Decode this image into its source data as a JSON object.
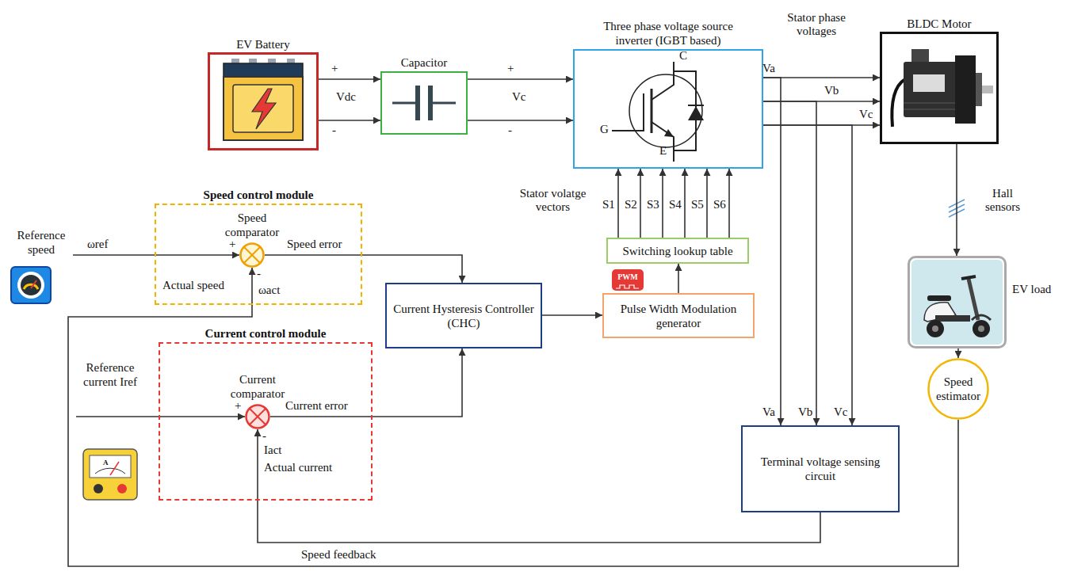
{
  "diagram": {
    "nodes": [
      {
        "text": [
          "EV Battery"
        ]
      },
      {
        "text": [
          "Capacitor"
        ]
      },
      {
        "text": [
          "Three phase voltage source inverter (IGBT based)"
        ]
      },
      {
        "text": [
          "BLDC Motor"
        ]
      },
      {
        "text": [
          "Speed control module"
        ]
      },
      {
        "text": [
          "Speed comparator"
        ],
        "in": 4
      },
      {
        "text": [
          "Reference speed"
        ]
      },
      {
        "text": [
          "Current control module"
        ]
      },
      {
        "text": [
          "Current comparator"
        ],
        "in": 7
      },
      {
        "text": [
          "Reference current Iref"
        ]
      },
      {
        "text": [
          "Current Hysteresis Controller (CHC)"
        ]
      },
      {
        "text": [
          "Pulse Width Modulation generator"
        ]
      },
      {
        "text": [
          "Switching lookup table"
        ]
      },
      {
        "text": [
          "EV load"
        ]
      },
      {
        "text": [
          "Speed estimator"
        ]
      },
      {
        "text": [
          "Terminal voltage sensing circuit"
        ]
      }
    ],
    "edges": [
      {
        "from": 0,
        "to": 1,
        "arrow": "to"
      },
      {
        "from": 0,
        "to": 1,
        "arrow": "to"
      },
      {
        "from": 1,
        "to": 2,
        "arrow": "to"
      },
      {
        "from": 1,
        "to": 2,
        "arrow": "to"
      },
      {
        "from": 2,
        "to": 3,
        "label": "Va",
        "arrow": "to"
      },
      {
        "from": 2,
        "to": 3,
        "label": "Vb",
        "arrow": "to"
      },
      {
        "from": 2,
        "to": 3,
        "label": "Vc",
        "arrow": "to"
      },
      {
        "from": 2,
        "to": 15,
        "label": "Va",
        "arrow": "to"
      },
      {
        "from": 2,
        "to": 15,
        "label": "Vb",
        "arrow": "to"
      },
      {
        "from": 2,
        "to": 15,
        "label": "Vc",
        "arrow": "to"
      },
      {
        "from": 3,
        "to": 13,
        "label": "Hall sensors",
        "arrow": "to"
      },
      {
        "from": 13,
        "to": 14,
        "arrow": "to"
      },
      {
        "from": 14,
        "to": 5,
        "label": "Speed feedback",
        "arrow": "to"
      },
      {
        "from": 6,
        "to": 5,
        "label": "ωref",
        "arrow": "to"
      },
      {
        "from": 5,
        "to": 10,
        "label": "Speed error",
        "arrow": "to"
      },
      {
        "from": 9,
        "to": 8,
        "arrow": "to"
      },
      {
        "from": 8,
        "to": 10,
        "label": "Current error",
        "arrow": "to"
      },
      {
        "from": 15,
        "to": 8,
        "arrow": "to"
      },
      {
        "from": 10,
        "to": 11,
        "arrow": "to"
      },
      {
        "from": 11,
        "to": 12,
        "arrow": "to"
      },
      {
        "from": 12,
        "to": 2,
        "label": "S1",
        "arrow": "to"
      },
      {
        "from": 12,
        "to": 2,
        "label": "S2",
        "arrow": "to"
      },
      {
        "from": 12,
        "to": 2,
        "label": "S3",
        "arrow": "to"
      },
      {
        "from": 12,
        "to": 2,
        "label": "S4",
        "arrow": "to"
      },
      {
        "from": 12,
        "to": 2,
        "label": "S5",
        "arrow": "to"
      },
      {
        "from": 12,
        "to": 2,
        "label": "S6",
        "arrow": "to"
      }
    ],
    "labels": [
      "+",
      "Vdc",
      "-",
      "+",
      "Vc",
      "-",
      "C",
      "G",
      "E",
      "Stator phase voltages",
      "Stator volatge vectors",
      "PWM",
      "+",
      "-",
      "Actual speed",
      "ωact",
      "+",
      "-",
      "Iact",
      "Actual current",
      "A"
    ]
  }
}
